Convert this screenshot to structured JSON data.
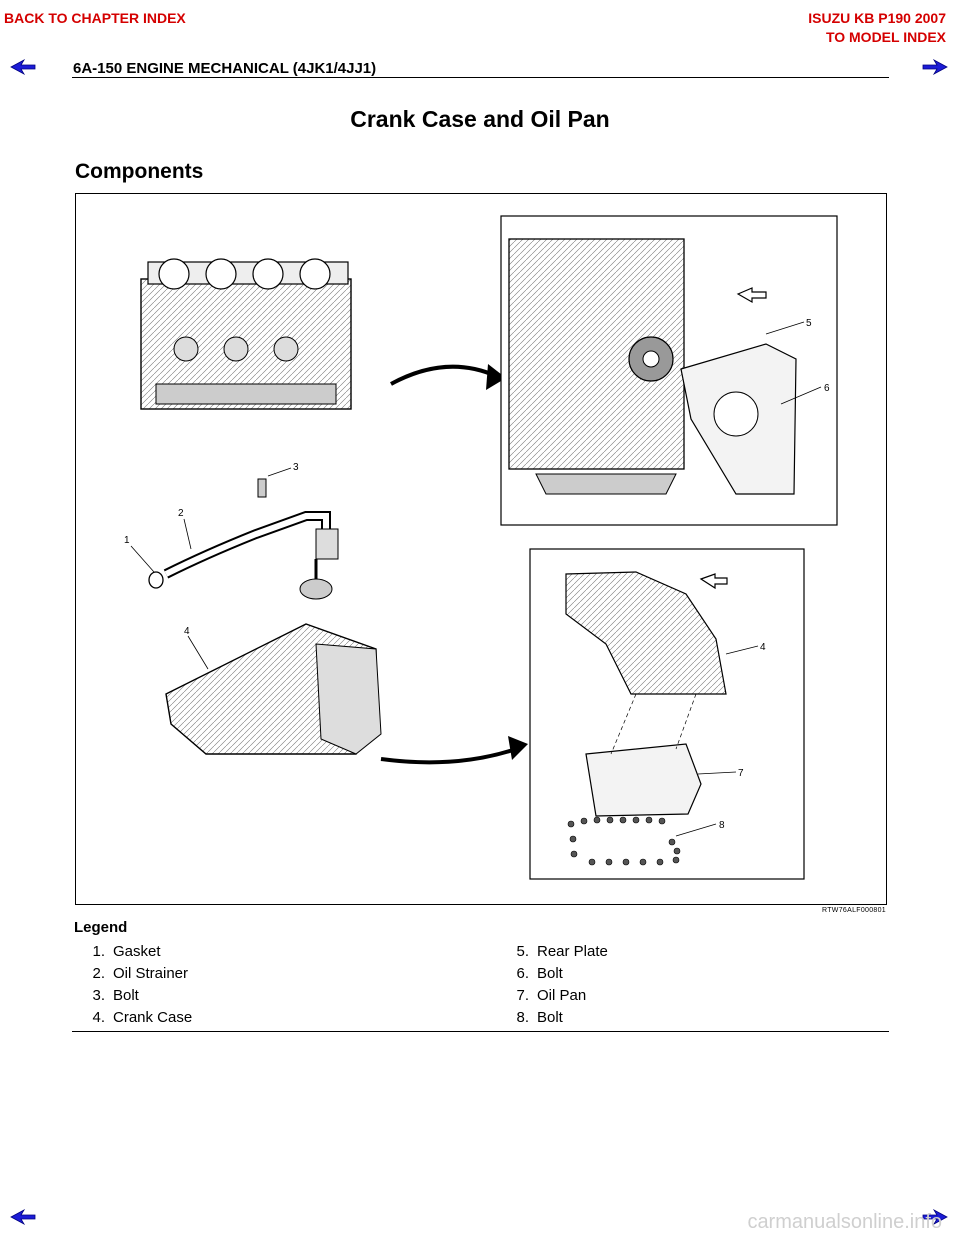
{
  "nav": {
    "back_chapter": "BACK TO CHAPTER INDEX",
    "model_line1": "ISUZU KB P190 2007",
    "model_line2": "TO MODEL INDEX",
    "arrow_color": "#1c1cd6",
    "link_color": "#d40000"
  },
  "header": {
    "title": "6A-150  ENGINE MECHANICAL (4JK1/4JJ1)"
  },
  "page": {
    "title": "Crank Case and Oil Pan",
    "section": "Components"
  },
  "figure": {
    "id": "RTW76ALF000801",
    "callouts": [
      "1",
      "2",
      "3",
      "4",
      "4",
      "5",
      "6",
      "7",
      "8"
    ]
  },
  "legend": {
    "title": "Legend",
    "items": [
      {
        "num": "1.",
        "label": "Gasket"
      },
      {
        "num": "2.",
        "label": "Oil Strainer"
      },
      {
        "num": "3.",
        "label": "Bolt"
      },
      {
        "num": "4.",
        "label": "Crank Case"
      },
      {
        "num": "5.",
        "label": "Rear Plate"
      },
      {
        "num": "6.",
        "label": "Bolt"
      },
      {
        "num": "7.",
        "label": "Oil Pan"
      },
      {
        "num": "8.",
        "label": "Bolt"
      }
    ]
  },
  "watermark": "carmanualsonline.info"
}
